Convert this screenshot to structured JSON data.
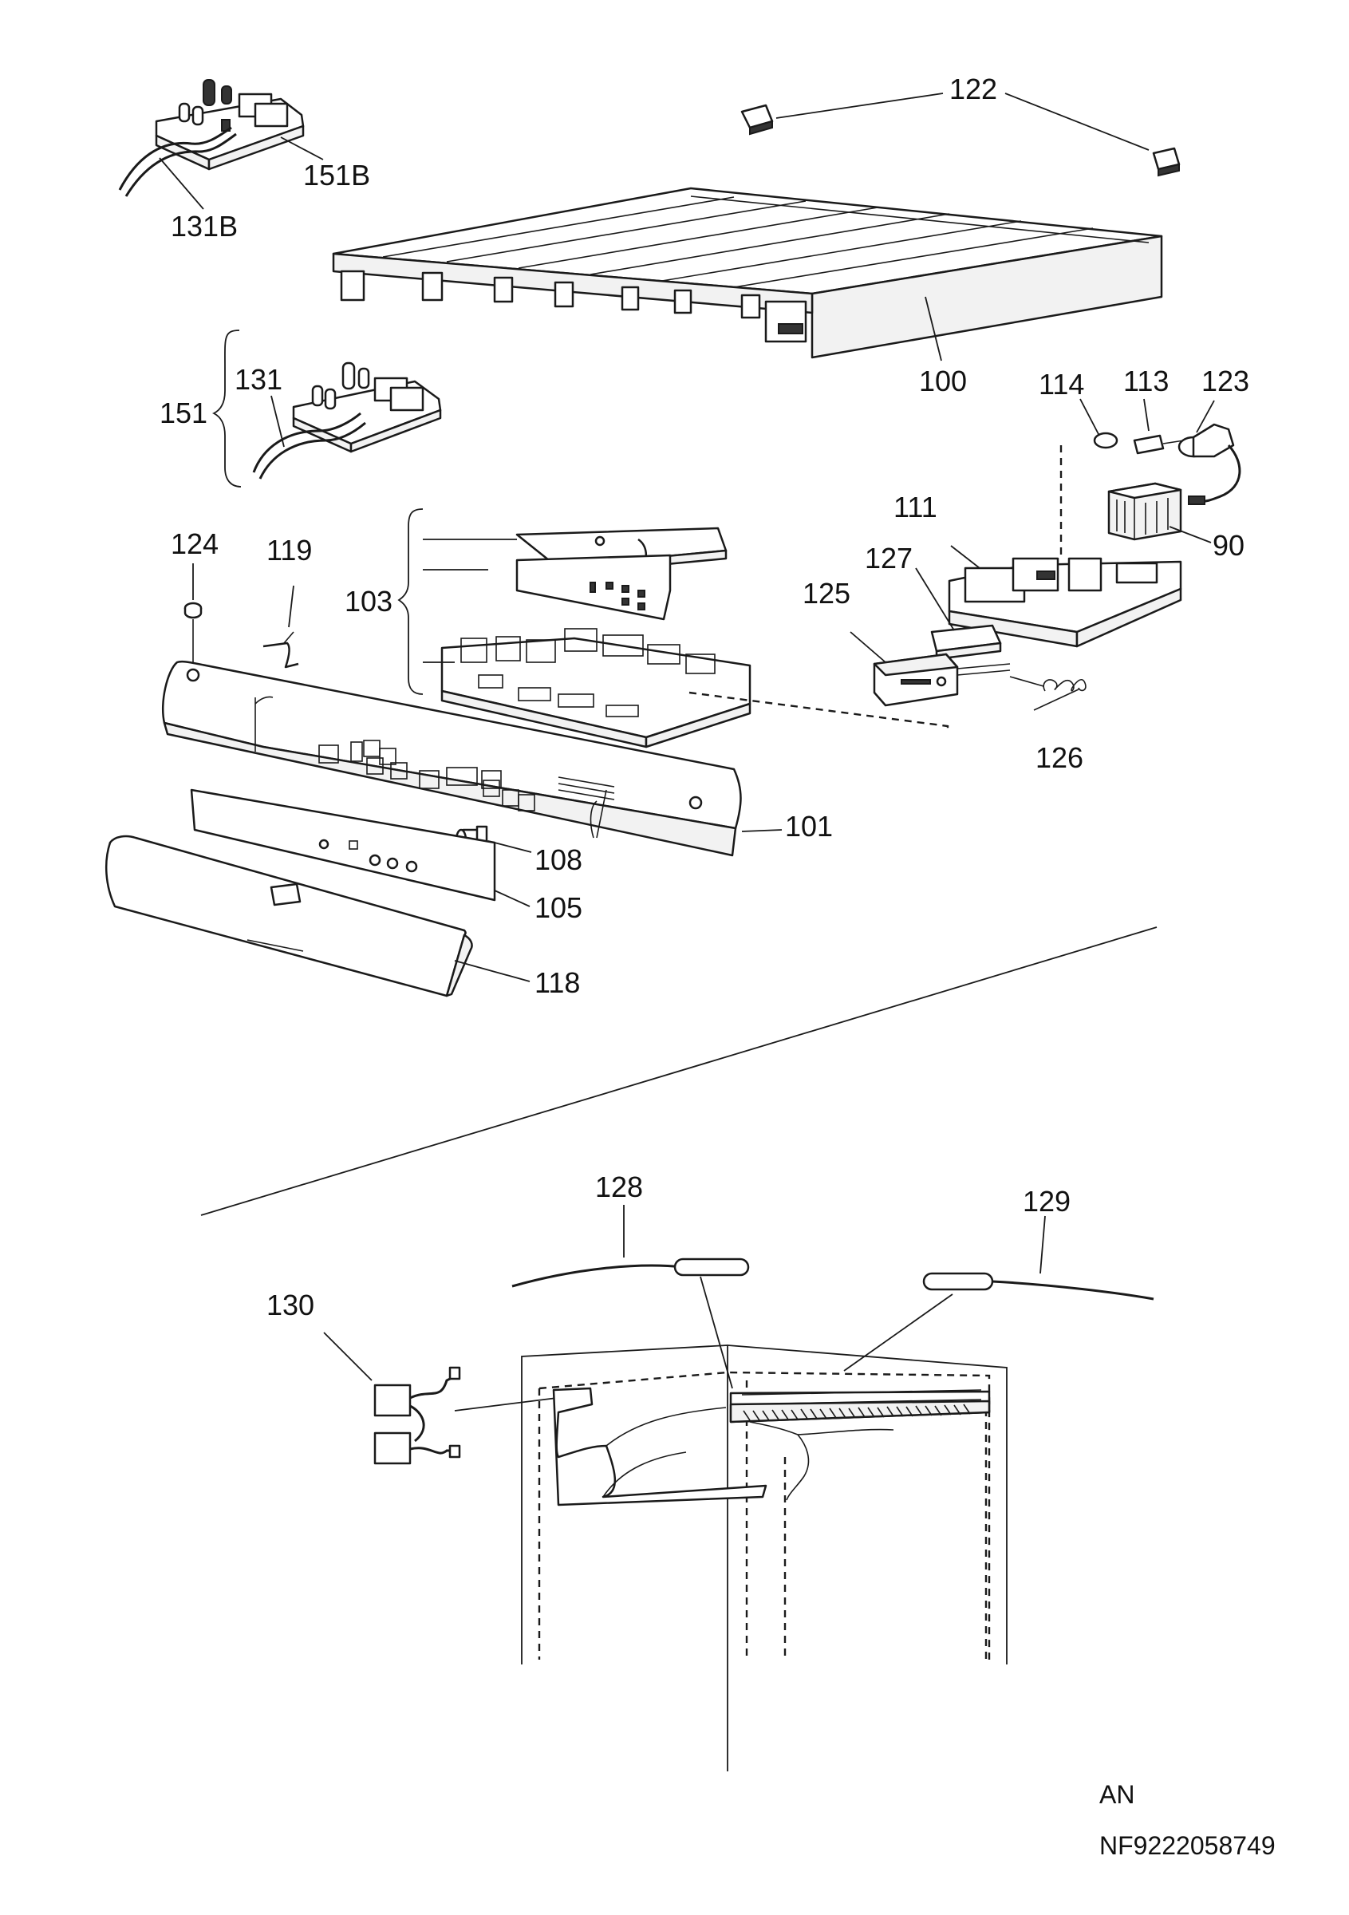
{
  "labels": {
    "l122": "122",
    "l151B": "151B",
    "l131B": "131B",
    "l100": "100",
    "l131": "131",
    "l151": "151",
    "l114": "114",
    "l113": "113",
    "l123": "123",
    "l111": "111",
    "l90": "90",
    "l124": "124",
    "l119": "119",
    "l103": "103",
    "l127": "127",
    "l125": "125",
    "l126": "126",
    "l101": "101",
    "l108": "108",
    "l105": "105",
    "l118": "118",
    "l128": "128",
    "l129": "129",
    "l130": "130"
  },
  "footer": {
    "variant": "AN",
    "code": "NF9222058749"
  }
}
